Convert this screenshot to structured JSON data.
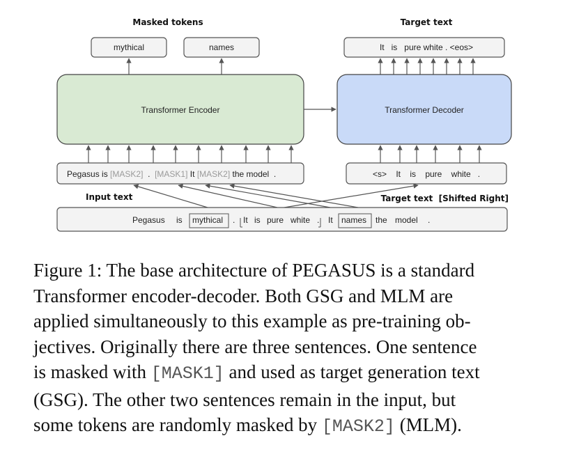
{
  "diagram": {
    "encoder_title": "Masked tokens",
    "decoder_title": "Target text",
    "encoder_outputs": [
      "mythical",
      "names"
    ],
    "decoder_output": "It   is   pure white . <eos>",
    "encoder_label": "Transformer Encoder",
    "decoder_label": "Transformer Decoder",
    "encoder_input_tokens": [
      {
        "text": "Pegasus is",
        "masked": false
      },
      {
        "text": "[MASK2]",
        "masked": true
      },
      {
        "text": ".",
        "masked": false
      },
      {
        "text": "[MASK1]",
        "masked": true
      },
      {
        "text": "It",
        "masked": false
      },
      {
        "text": "[MASK2]",
        "masked": true
      },
      {
        "text": "the model",
        "masked": false
      },
      {
        "text": ".",
        "masked": false
      }
    ],
    "decoder_input": "<s>    It    is    pure    white   .",
    "input_text_label": "Input text",
    "shifted_label": "Target text  [Shifted Right]",
    "source_tokens": [
      "Pegasus",
      "is",
      "mythical",
      ".",
      "It",
      "is",
      "pure",
      "white",
      ".",
      "It",
      "names",
      "the",
      "model",
      "."
    ]
  },
  "caption": {
    "lines": [
      "Figure 1: The base architecture of PEGASUS is a standard",
      "Transformer encoder-decoder.  Both GSG and MLM are",
      "applied simultaneously to this example as pre-training ob-",
      "jectives. Originally there are three sentences. One sentence"
    ],
    "line5_pre": "is masked with ",
    "line5_code": "[MASK1]",
    "line5_post": " and used as target generation text",
    "line6": "(GSG). The other two sentences remain in the input, but",
    "line7_pre": "some tokens are randomly masked by ",
    "line7_code": "[MASK2]",
    "line7_post": " (MLM)."
  }
}
